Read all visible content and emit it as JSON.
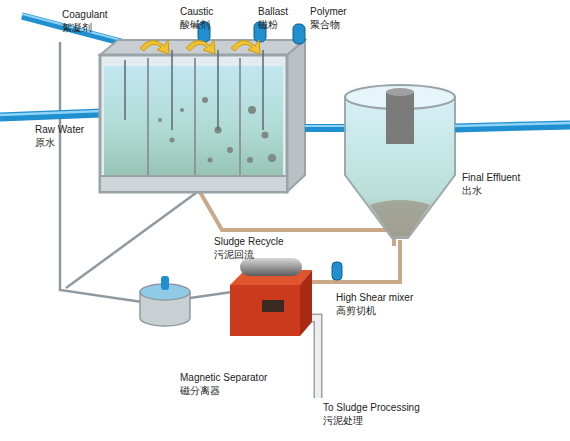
{
  "diagram": {
    "labels": [
      "Coagulant",
      "絮凝剂",
      "Caustic",
      "酸碱剂",
      "Ballast",
      "磁粉",
      "Polymer",
      "聚合物",
      "Raw Water",
      "原水",
      "Final Effluent",
      "出水",
      "Sludge Recycle",
      "污泥回流",
      "High Shear mixer",
      "高剪切机",
      "Magnetic Separator",
      "磁分离器",
      "To Sludge Processing",
      "污泥处理"
    ]
  }
}
